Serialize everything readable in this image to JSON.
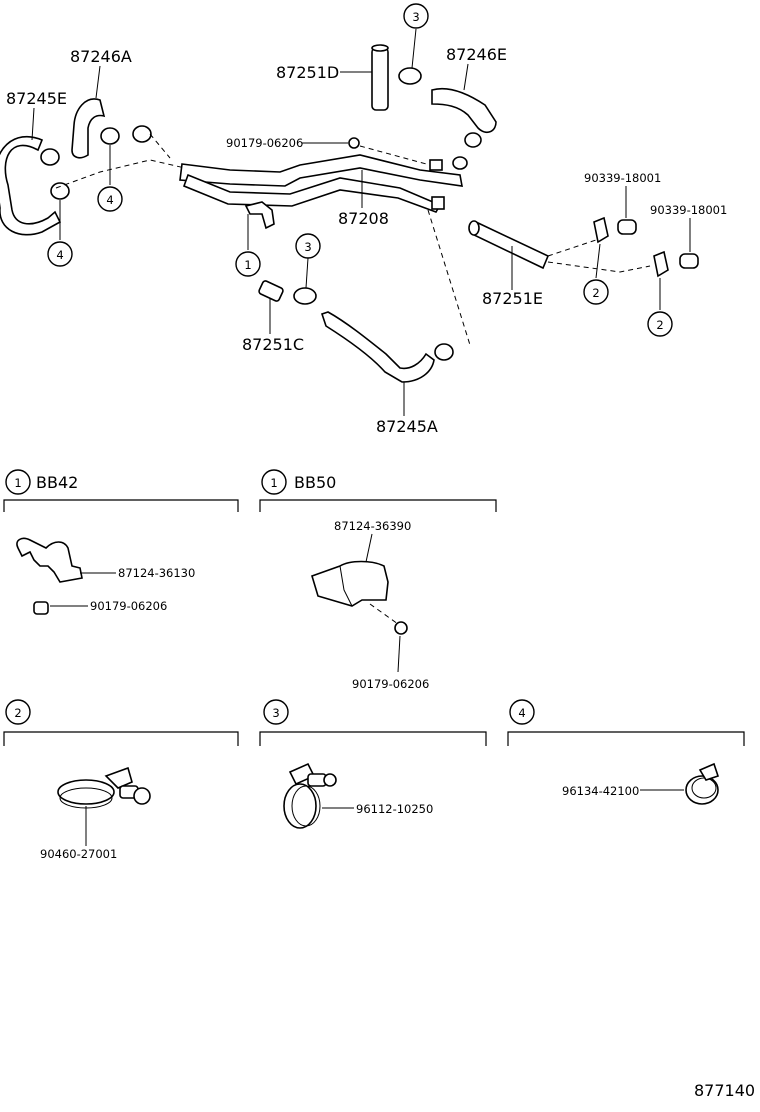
{
  "parts": {
    "p87246A": "87246A",
    "p87245E": "87245E",
    "p87251D": "87251D",
    "p87246E": "87246E",
    "p90179_top": "90179-06206",
    "p87208": "87208",
    "p90339_a": "90339-18001",
    "p90339_b": "90339-18001",
    "p87251E": "87251E",
    "p87251C": "87251C",
    "p87245A": "87245A"
  },
  "callouts": {
    "c1": "1",
    "c2": "2",
    "c3": "3",
    "c4": "4"
  },
  "details": {
    "bb42": {
      "num": "1",
      "title": "BB42",
      "p1": "87124-36130",
      "p2": "90179-06206"
    },
    "bb50": {
      "num": "1",
      "title": "BB50",
      "p1": "87124-36390",
      "p2": "90179-06206"
    },
    "d2": {
      "num": "2",
      "p1": "90460-27001"
    },
    "d3": {
      "num": "3",
      "p1": "96112-10250"
    },
    "d4": {
      "num": "4",
      "p1": "96134-42100"
    }
  },
  "figure_number": "877140"
}
